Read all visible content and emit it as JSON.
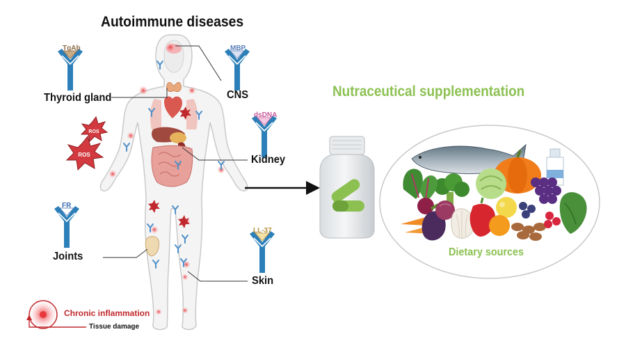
{
  "diagram": {
    "title": "Autoimmune diseases",
    "organs": {
      "thyroid": "Thyroid gland",
      "cns": "CNS",
      "kidney": "Kidney",
      "joints": "Joints",
      "skin": "Skin"
    },
    "antibodies": {
      "tgab": "TgAb",
      "mbp": "MBP",
      "dsdna": "dsDNA",
      "fr": "FR",
      "ll37": "LL-37"
    },
    "ros_label": "ROS",
    "nutraceutical_title": "Nutraceutical supplementation",
    "dietary_label": "Dietary sources",
    "legend": {
      "chronic_inflammation": "Chronic inflammation",
      "tissue_damage": "Tissue damage"
    },
    "colors": {
      "antibody_blue": "#2c7fb8",
      "green_accent": "#8cc152",
      "inflammation_red": "#c0282d",
      "tgab_tip": "#8c6d46",
      "mbp_tip": "#5b7fb8",
      "dsdna_tip": "#c85a9a",
      "fr_tip": "#3f6fb0",
      "ll37_tip": "#b8923c"
    }
  }
}
